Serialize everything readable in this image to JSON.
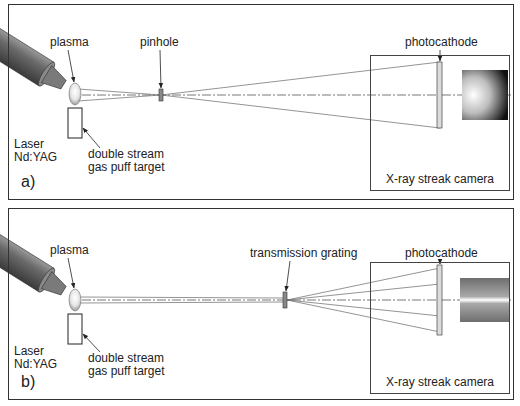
{
  "diagram": {
    "nodes": [
      {
        "text": [
          "a)"
        ]
      },
      {
        "text": [
          "X-ray streak camera"
        ],
        "in": 0
      },
      {
        "text": [
          "b)"
        ]
      },
      {
        "text": [
          "X-ray streak camera"
        ],
        "in": 2
      }
    ],
    "labels": [
      "plasma",
      "pinhole",
      "photocathode",
      "Laser Nd:YAG",
      "double stream gas puff target",
      "plasma",
      "transmission grating",
      "photocathode",
      "Laser Nd:YAG",
      "double stream gas puff target"
    ]
  }
}
